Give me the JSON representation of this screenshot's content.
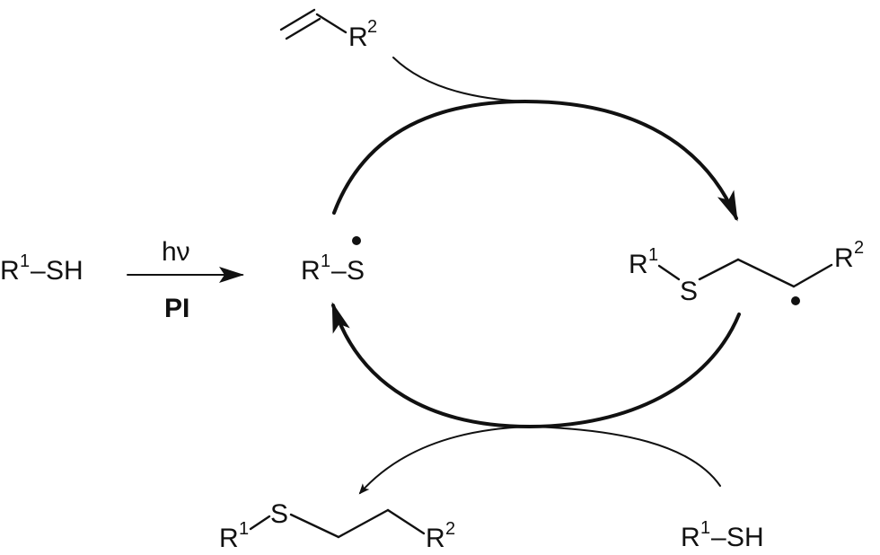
{
  "r": "R",
  "one": "1",
  "two": "2",
  "sh": "SH",
  "s": "S",
  "dash": "–",
  "hv": "hν",
  "pi": "PI",
  "colors": {
    "ink": "#111111",
    "background": "#ffffff"
  }
}
